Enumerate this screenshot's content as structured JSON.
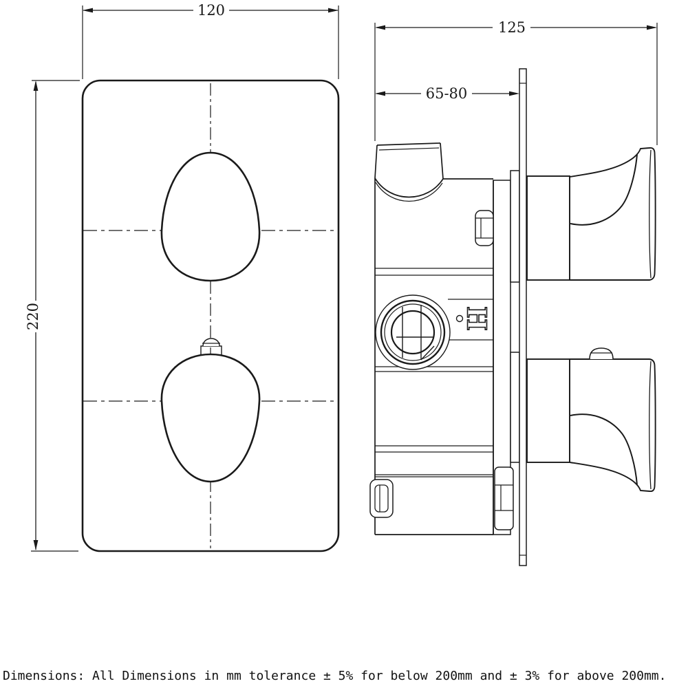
{
  "dimensions": {
    "front_width": "120",
    "front_height": "220",
    "side_depth": "125",
    "wall_depth_range": "65-80"
  },
  "markings": {
    "hot_indicator": "H"
  },
  "footnote": "Dimensions: All Dimensions in mm tolerance ± 5% for below 200mm and ± 3% for above 200mm.",
  "colors": {
    "line": "#1a1a1a",
    "background": "#ffffff"
  }
}
